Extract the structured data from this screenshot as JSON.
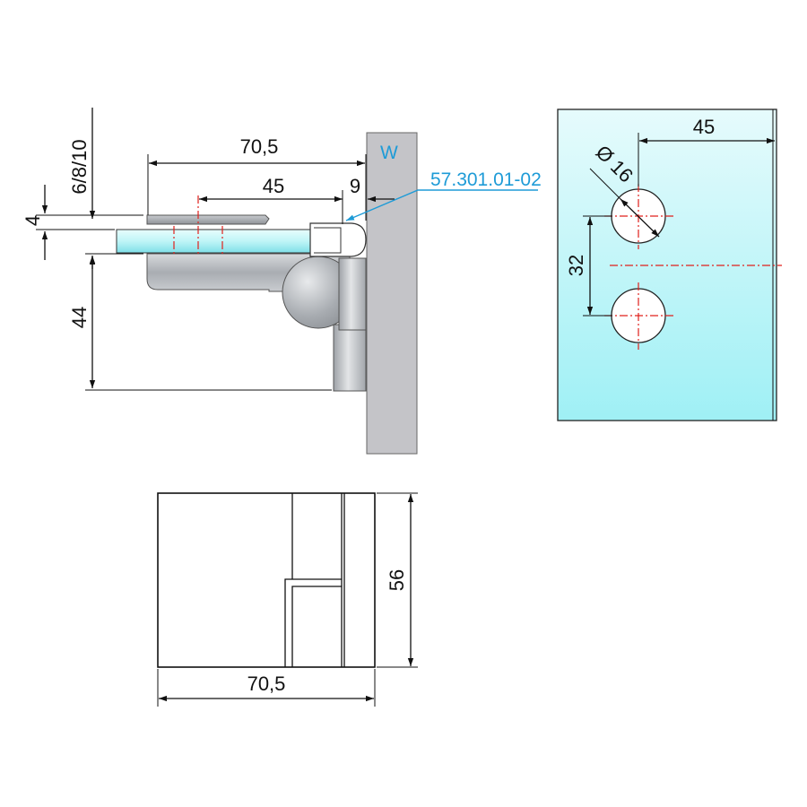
{
  "side_view": {
    "label_wall": "W",
    "dim_total_width": "70,5",
    "dim_hole_offset": "45",
    "dim_wall_gap": "9",
    "dim_glass_thickness": "6/8/10",
    "dim_plate_thickness": "4",
    "dim_height": "44",
    "part_number": "57.301.01-02"
  },
  "glass_view": {
    "dim_edge_offset": "45",
    "dim_hole_diameter": "Ø 16",
    "dim_hole_spacing": "32"
  },
  "top_view": {
    "dim_height": "56",
    "dim_width": "70,5"
  },
  "colors": {
    "dimension_line": "#111111",
    "center_line": "#e0201c",
    "callout": "#1e9bd7",
    "wall": "#c4c4c8",
    "glass_top": "#e6fbfc",
    "glass_bottom": "#9ff0f5"
  }
}
